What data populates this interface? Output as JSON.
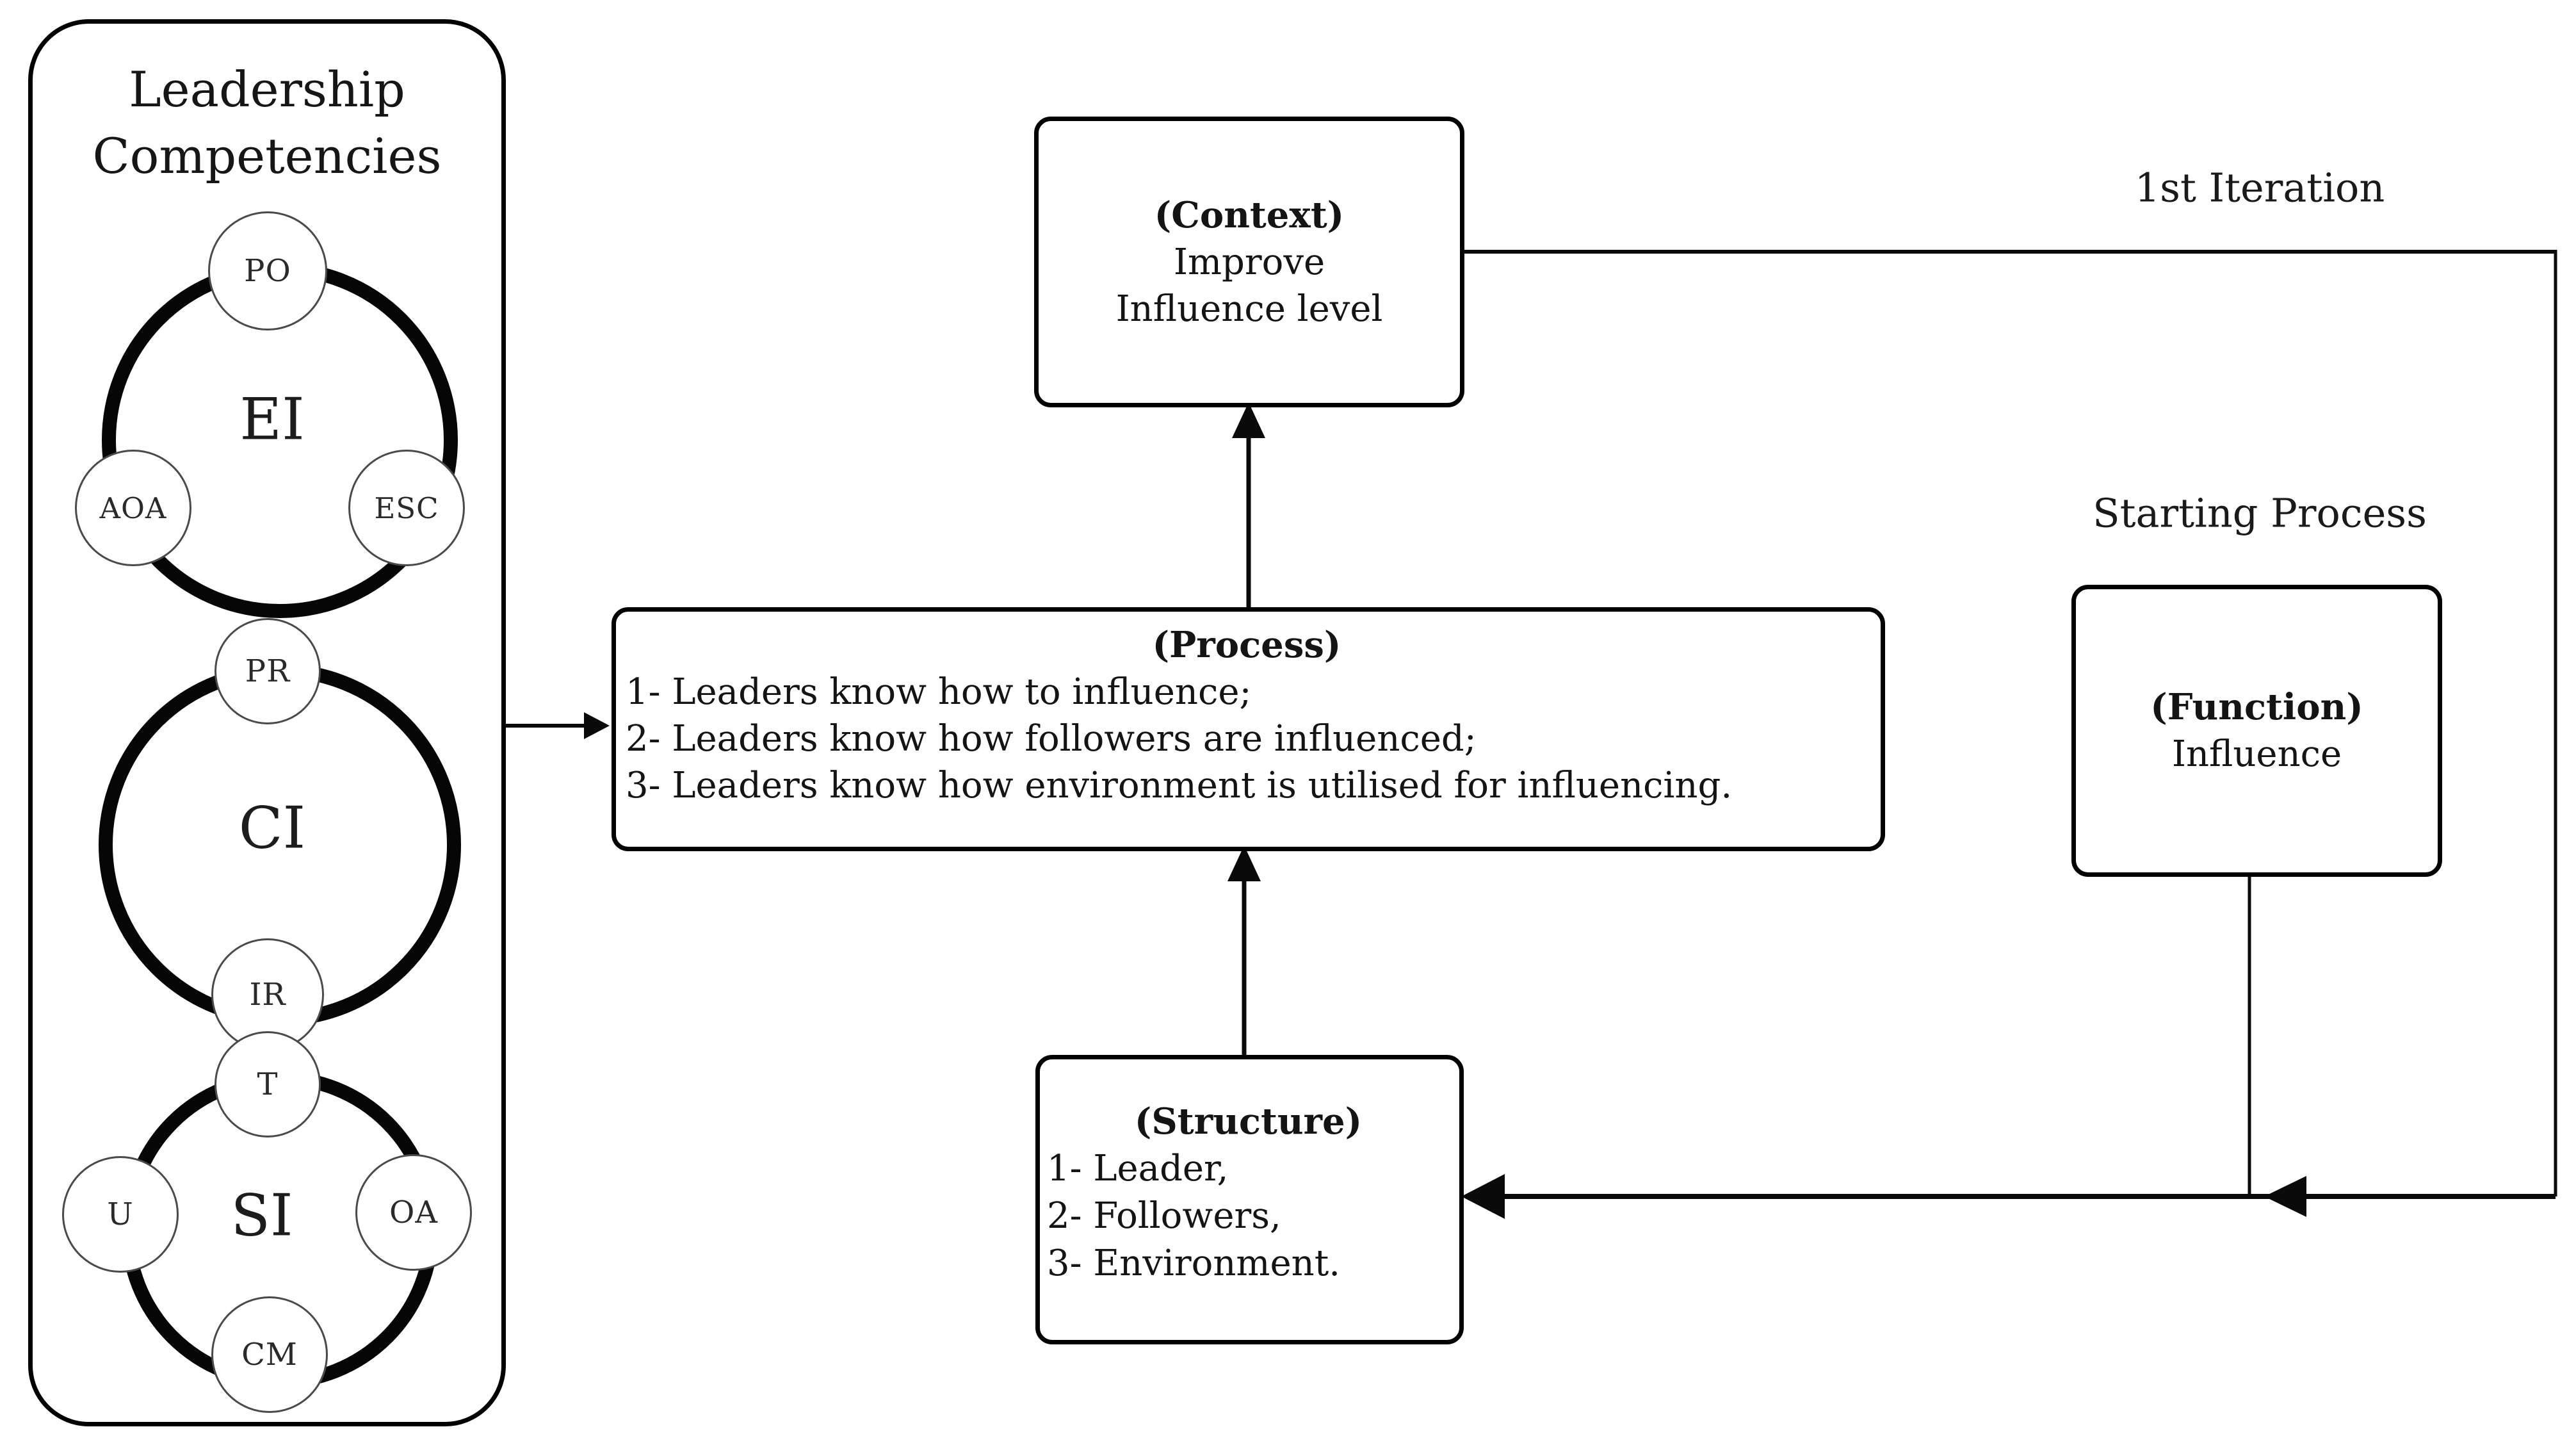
{
  "colors": {
    "ink": "#0a0a0a",
    "background": "#ffffff"
  },
  "panel": {
    "title_line1": "Leadership",
    "title_line2": "Competencies",
    "clusters": [
      {
        "label": "EI",
        "nodes": [
          "PO",
          "AOA",
          "ESC"
        ]
      },
      {
        "label": "CI",
        "nodes": [
          "PR",
          "IR"
        ]
      },
      {
        "label": "SI",
        "nodes": [
          "T",
          "U",
          "OA",
          "CM"
        ]
      }
    ]
  },
  "boxes": {
    "context": {
      "title": "(Context)",
      "line1": "Improve",
      "line2": "Influence level"
    },
    "process": {
      "title": "(Process)",
      "item1": "1- Leaders know how to influence;",
      "item2": "2- Leaders know how followers are influenced;",
      "item3": "3- Leaders know how environment is utilised for influencing."
    },
    "structure": {
      "title": "(Structure)",
      "item1": "1- Leader,",
      "item2": "2- Followers,",
      "item3": "3- Environment."
    },
    "function": {
      "title": "(Function)",
      "line1": "Influence"
    }
  },
  "labels": {
    "first_iteration": "1st Iteration",
    "starting_process": "Starting Process"
  }
}
